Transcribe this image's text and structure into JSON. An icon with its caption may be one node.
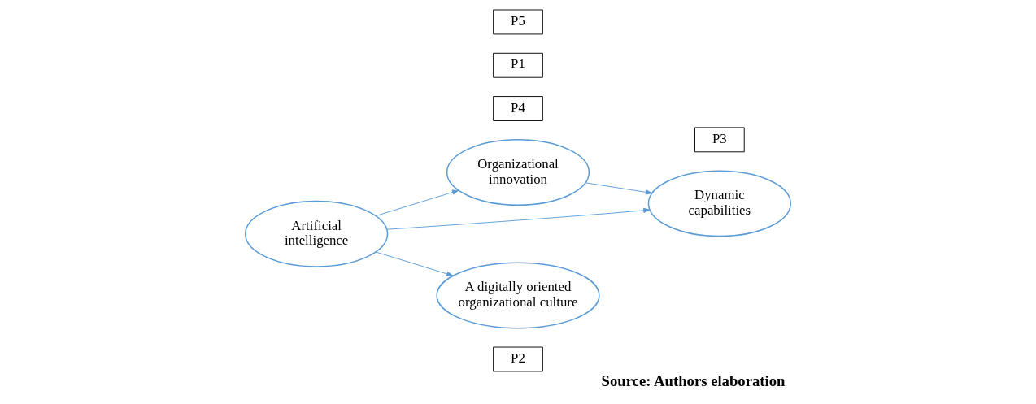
{
  "diagram": {
    "caption": "Source: Authors elaboration",
    "nodes": [
      {
        "text": [
          "P2"
        ]
      },
      {
        "text": [
          "Organizational innovation"
        ]
      },
      {
        "text": [
          "P3"
        ]
      },
      {
        "text": [
          "P4"
        ]
      },
      {
        "text": [
          "Artificial intelligence"
        ]
      },
      {
        "text": [
          "Dynamic capabilities"
        ]
      },
      {
        "text": [
          "P1"
        ]
      },
      {
        "text": [
          "P5"
        ]
      },
      {
        "text": [
          "A digitally oriented organizational culture"
        ]
      }
    ],
    "edges": [
      {
        "from": 4,
        "to": 1,
        "arrow": "to"
      },
      {
        "from": 1,
        "to": 5,
        "arrow": "to"
      },
      {
        "from": 4,
        "to": 5,
        "arrow": "to"
      },
      {
        "from": 4,
        "to": 8,
        "arrow": "to"
      }
    ]
  }
}
